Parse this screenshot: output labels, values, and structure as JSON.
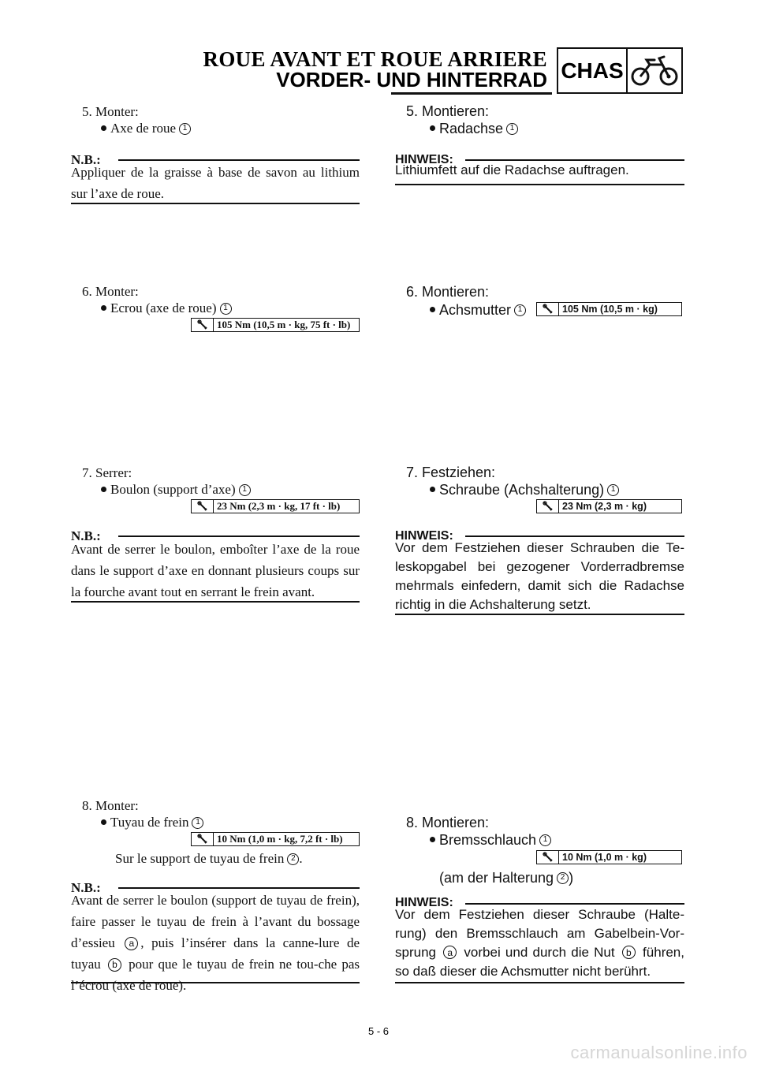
{
  "header": {
    "title_fr": "ROUE AVANT ET ROUE ARRIERE",
    "title_de": "VORDER- UND HINTERRAD",
    "section_code": "CHAS",
    "section_icon": "motorcycle-icon"
  },
  "fr": {
    "step5": {
      "title": "5. Monter:",
      "item": "Axe de roue",
      "ref": "1"
    },
    "note1": {
      "label": "N.B.:",
      "body": "Appliquer de la graisse à base de savon au lithium sur l’axe de roue."
    },
    "step6": {
      "title": "6. Monter:",
      "item": "Ecrou (axe de roue)",
      "ref": "1",
      "torque": "105 Nm (10,5 m · kg, 75 ft · lb)"
    },
    "step7": {
      "title": "7. Serrer:",
      "item": "Boulon (support d’axe)",
      "ref": "1",
      "torque": "23 Nm (2,3 m · kg, 17 ft · lb)"
    },
    "note2": {
      "label": "N.B.:",
      "body": "Avant de serrer le boulon, emboîter l’axe de la roue dans le support d’axe en donnant plusieurs coups sur la fourche avant tout en serrant le frein avant."
    },
    "step8": {
      "title": "8. Monter:",
      "item": "Tuyau de frein",
      "ref": "1",
      "torque": "10 Nm (1,0 m · kg, 7,2 ft · lb)",
      "sub": "Sur le support de tuyau de frein",
      "sub_ref": "2",
      "sub_end": "."
    },
    "note3": {
      "label": "N.B.:",
      "body_1": "Avant de serrer le boulon (support de tuyau de frein), faire passer le tuyau de frein à l’avant du bossage d’essieu",
      "ref_a": "a",
      "body_2": ", puis l’insérer dans la canne-lure de tuyau",
      "ref_b": "b",
      "body_3": " pour que le tuyau de frein ne tou-che pas l’écrou (axe de roue)."
    }
  },
  "de": {
    "step5": {
      "title": "5. Montieren:",
      "item": "Radachse",
      "ref": "1"
    },
    "note1": {
      "label": "HINWEIS:",
      "body": "Lithiumfett auf die Radachse auftragen."
    },
    "step6": {
      "title": "6. Montieren:",
      "item": "Achsmutter",
      "ref": "1",
      "torque": "105 Nm (10,5 m · kg)"
    },
    "step7": {
      "title": "7. Festziehen:",
      "item": "Schraube (Achshalterung)",
      "ref": "1",
      "torque": "23 Nm (2,3 m · kg)"
    },
    "note2": {
      "label": "HINWEIS:",
      "body": "Vor dem Festziehen dieser Schrauben die Te-leskopgabel bei gezogener Vorderradbremse mehrmals einfedern, damit sich die Radachse richtig in die Achshalterung setzt."
    },
    "step8": {
      "title": "8. Montieren:",
      "item": "Bremsschlauch",
      "ref": "1",
      "torque": "10 Nm (1,0 m · kg)",
      "sub": "(am der Halterung",
      "sub_ref": "2",
      "sub_end": ")"
    },
    "note3": {
      "label": "HINWEIS:",
      "body_1": "Vor dem Festziehen dieser Schraube (Halte-rung) den Bremsschlauch am Gabelbein-Vor-sprung",
      "ref_a": "a",
      "body_2": " vorbei und durch die Nut",
      "ref_b": "b",
      "body_3": " führen, so daß dieser die Achsmutter nicht berührt."
    }
  },
  "footer": {
    "page_number": "5 - 6",
    "watermark": "carmanualsonline.info"
  }
}
